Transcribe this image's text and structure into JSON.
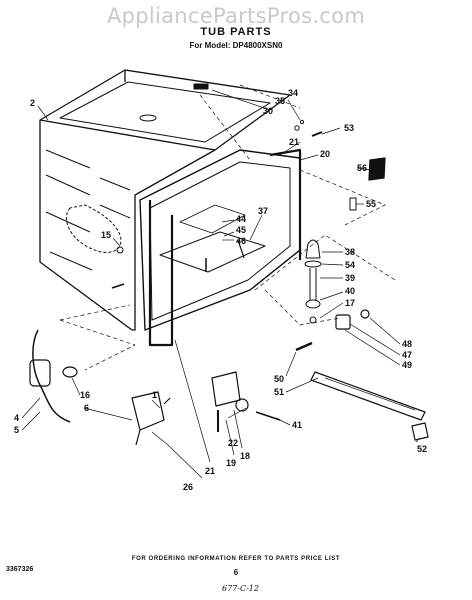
{
  "watermark": "AppliancePartsPros.com",
  "title": "TUB PARTS",
  "model_line": "For Model: DP4800XSN0",
  "footer_text": "FOR ORDERING INFORMATION REFER TO PARTS PRICE LIST",
  "document_number": "3367326",
  "page_number": "6",
  "handwritten_note": "677-C-12",
  "callouts": [
    "2",
    "30",
    "35",
    "34",
    "53",
    "21",
    "20",
    "56",
    "55",
    "37",
    "44",
    "45",
    "46",
    "15",
    "38",
    "54",
    "39",
    "40",
    "17",
    "48",
    "47",
    "49",
    "50",
    "51",
    "16",
    "6",
    "4",
    "5",
    "1",
    "22",
    "41",
    "19",
    "18",
    "21",
    "26",
    "52"
  ]
}
